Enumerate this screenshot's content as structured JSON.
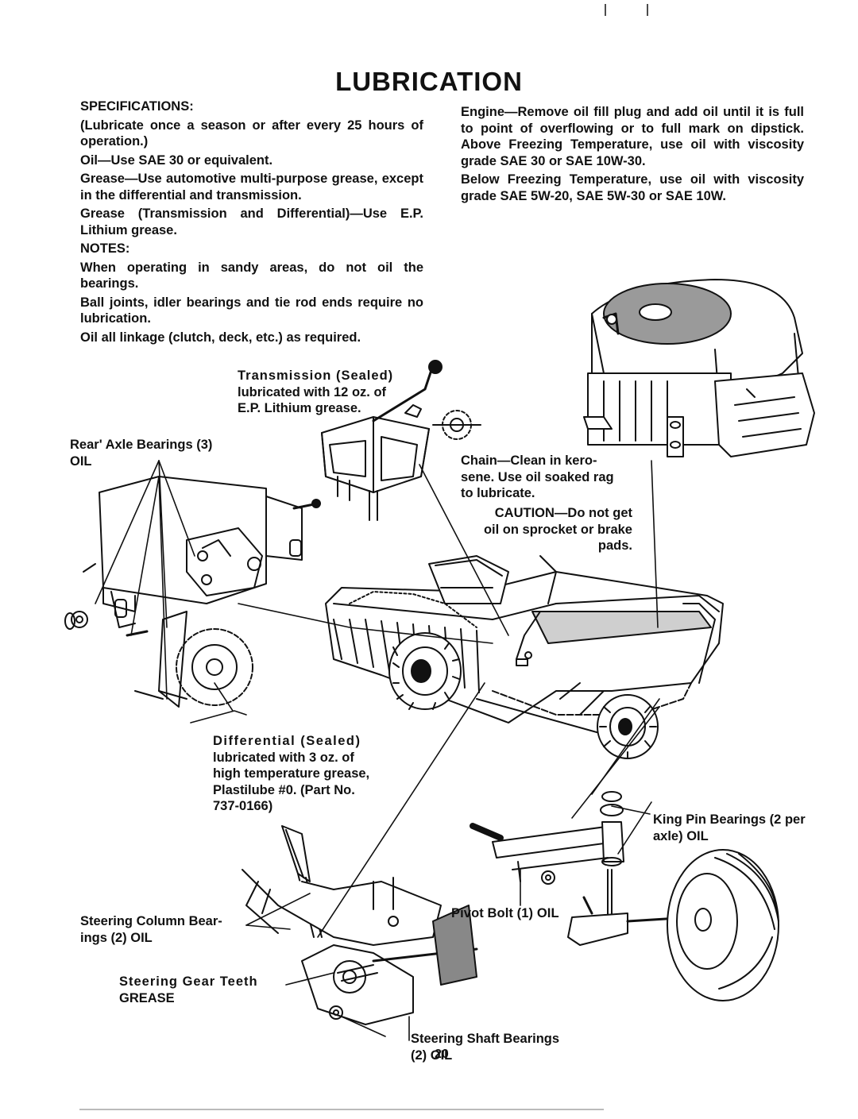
{
  "title": "LUBRICATION",
  "left_column": {
    "specifications_heading": "SPECIFICATIONS:",
    "lubricate_note": "(Lubricate once a season or after every 25 hours of operation.)",
    "oil": "Oil—Use SAE 30 or equivalent.",
    "grease": "Grease—Use automotive multi-purpose grease, except in the differential and transmission.",
    "grease_trans": "Grease (Transmission and Differential)—Use E.P. Lithium grease.",
    "notes_heading": "NOTES:",
    "note_sandy": "When operating in sandy areas, do not oil the bearings.",
    "note_ball_joints": "Ball joints, idler bearings and tie rod ends require no lubrication.",
    "note_linkage": "Oil all linkage (clutch, deck, etc.) as required."
  },
  "right_column": {
    "engine": "Engine—Remove oil fill plug and add oil until it is full to point of overflowing or to full mark on dipstick. Above Freezing Temperature, use oil with viscosity grade SAE 30 or SAE 10W-30.",
    "below_freezing": "Below Freezing Temperature, use oil with viscosity grade SAE 5W-20, SAE 5W-30 or SAE 10W."
  },
  "callouts": {
    "transmission": [
      "Transmission (Sealed)",
      "lubricated with 12 oz. of",
      "E.P. Lithium grease."
    ],
    "rear_axle": [
      "Rear' Axle Bearings (3)",
      "OIL"
    ],
    "chain": [
      "Chain—Clean in kero-",
      "sene. Use oil soaked rag",
      "to lubricate."
    ],
    "caution": [
      "CAUTION—Do not get",
      "oil on sprocket or brake",
      "pads."
    ],
    "differential": [
      "Differential (Sealed)",
      "lubricated with 3 oz. of",
      "high temperature grease,",
      "Plastilube #0. (Part No.",
      "737-0166)"
    ],
    "king_pin": [
      "King Pin Bearings (2 per",
      "axle) OIL"
    ],
    "pivot_bolt": "Pivot Bolt (1) OIL",
    "steering_column": [
      "Steering Column Bear-",
      "ings (2) OIL"
    ],
    "steering_gear": [
      "Steering Gear Teeth",
      "GREASE"
    ],
    "steering_shaft": [
      "Steering Shaft Bearings",
      "(2) OIL"
    ]
  },
  "page_number": "20"
}
